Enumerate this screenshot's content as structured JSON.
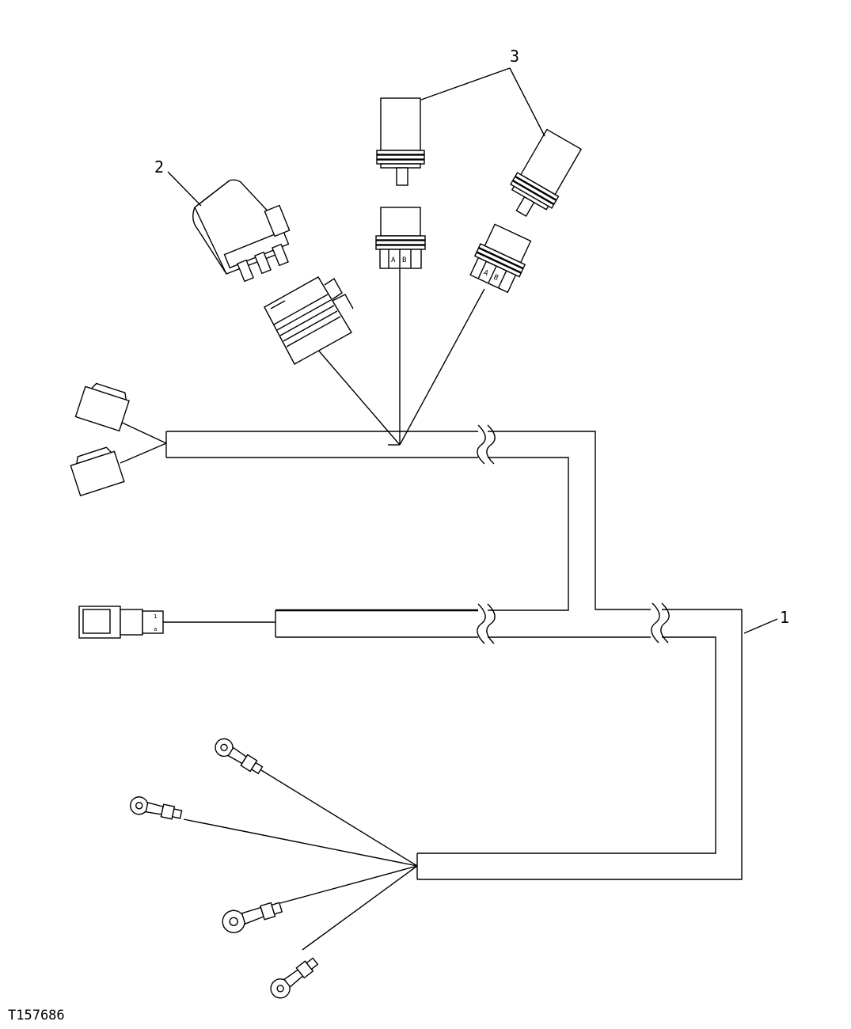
{
  "figure_id": "T157686",
  "callouts": {
    "harness": "1",
    "relay": "2",
    "sensor": "3"
  },
  "pin_labels": {
    "a": "A",
    "b": "B"
  },
  "colors": {
    "line": "#000000",
    "background": "#ffffff"
  }
}
